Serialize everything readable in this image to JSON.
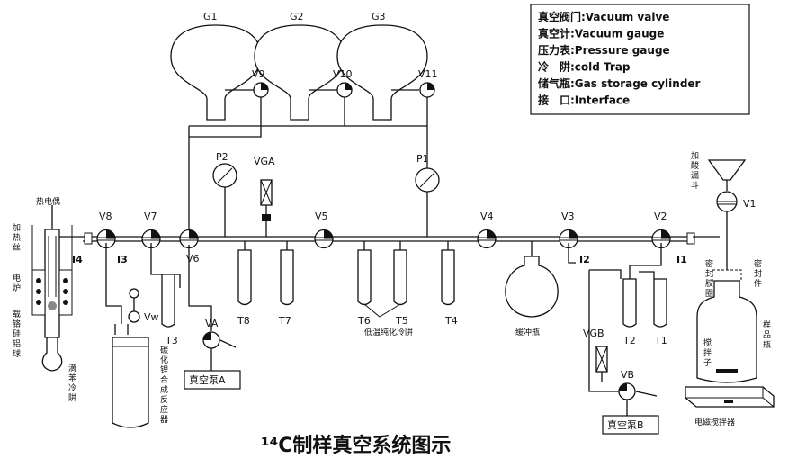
{
  "title": "¹⁴C制样真空系统图示",
  "legend": [
    {
      "cn": "真空阀门:",
      "en": "Vacuum valve"
    },
    {
      "cn": "真空计:",
      "en": "Vacuum gauge"
    },
    {
      "cn": "压力表:",
      "en": "Pressure gauge"
    },
    {
      "cn": "冷　阱:",
      "en": "cold Trap"
    },
    {
      "cn": "储气瓶:",
      "en": "Gas storage cylinder"
    },
    {
      "cn": "接　口:",
      "en": "Interface"
    }
  ],
  "gas_cylinders": [
    "G1",
    "G2",
    "G3"
  ],
  "valves": {
    "v1": "V1",
    "v2": "V2",
    "v3": "V3",
    "v4": "V4",
    "v5": "V5",
    "v6": "V6",
    "v7": "V7",
    "v8": "V8",
    "v9": "V9",
    "v10": "V10",
    "v11": "V11",
    "vw": "Vw",
    "va": "VA",
    "vb": "VB"
  },
  "gauges": {
    "p1": "P1",
    "p2": "P2",
    "vga": "VGA",
    "vgb": "VGB"
  },
  "traps": {
    "t1": "T1",
    "t2": "T2",
    "t3": "T3",
    "t4": "T4",
    "t5": "T5",
    "t6": "T6",
    "t7": "T7",
    "t8": "T8"
  },
  "interfaces": {
    "i1": "I1",
    "i2": "I2",
    "i3": "I3",
    "i4": "I4"
  },
  "components": {
    "thermocouple": "热电偶",
    "heating_wire": "加热丝",
    "furnace": "电炉",
    "ball": "载铬硅铝球",
    "benzene_trap": "滴苯冷阱",
    "reactor": "碳化锂合成反应器",
    "low_temp_trap": "低温纯化冷阱",
    "buffer_bottle": "缓冲瓶",
    "pump_a": "真空泵A",
    "pump_b": "真空泵B",
    "funnel": "加酸漏斗",
    "seal_rubber": "密封胶圈",
    "seal_part": "密封件",
    "sample_bottle": "样品瓶",
    "stir_bar": "搅拌子",
    "stirrer": "电磁搅拌器"
  }
}
